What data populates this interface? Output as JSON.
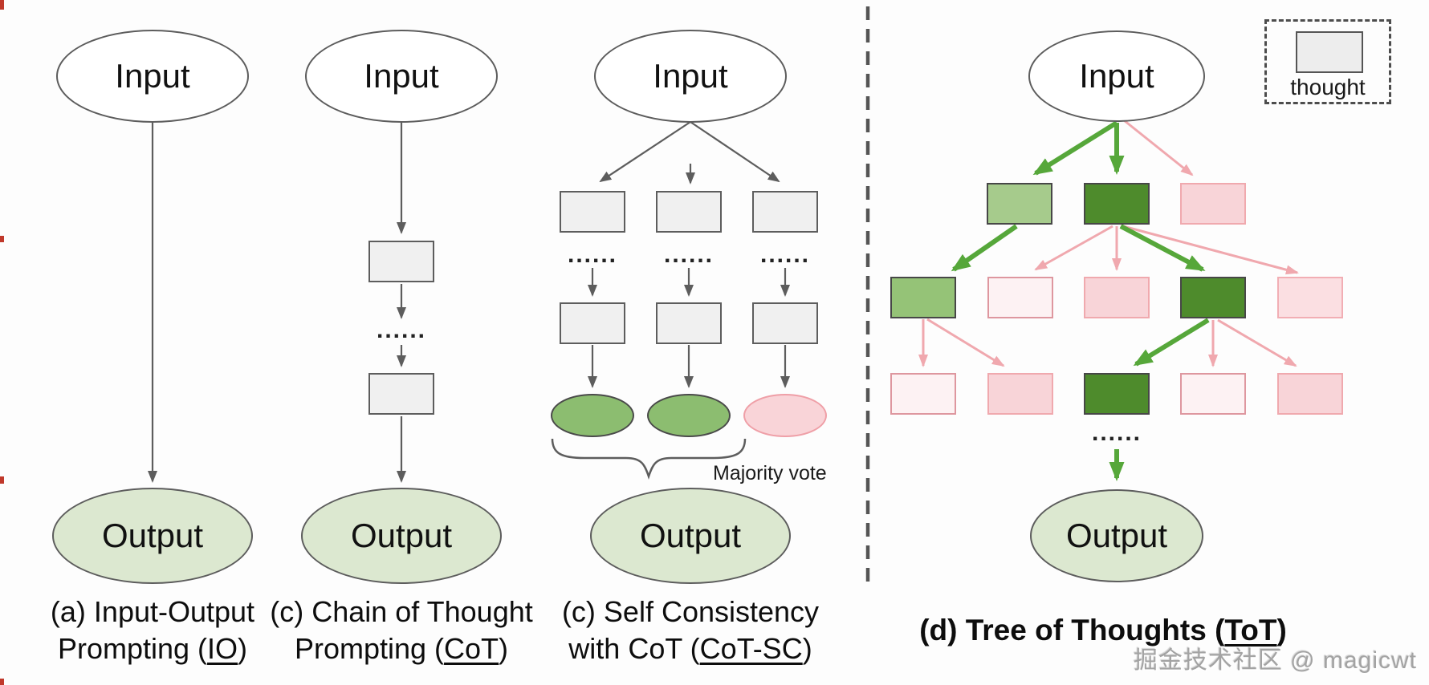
{
  "dots": "......",
  "watermark": "掘金技术社区 @ magicwt",
  "legend": {
    "label": "thought"
  },
  "colors": {
    "dark_green_node": "#4e8b2c",
    "light_green_node": "#a6cb8c",
    "mid_green_node": "#95c377",
    "green_arrow": "#56a73a",
    "pink_node": "#f8d4d8",
    "pale_pink_node": "#fdf2f3",
    "soft_pink_node": "#fbdfe2",
    "pink_arrow": "#f0a8ae",
    "gray_node": "#f0f0f0",
    "output_ellipse": "#dce8d0",
    "gray_arrow": "#5d5d5d"
  },
  "panel_io": {
    "input_label": "Input",
    "output_label": "Output",
    "caption_line1": "(a) Input-Output",
    "caption_line2_prefix": "Prompting (",
    "caption_abbr": "IO",
    "caption_line2_suffix": ")"
  },
  "panel_cot": {
    "input_label": "Input",
    "output_label": "Output",
    "caption_line1": "(c) Chain of Thought",
    "caption_line2_prefix": "Prompting (",
    "caption_abbr": "CoT",
    "caption_line2_suffix": ")"
  },
  "panel_cotsc": {
    "input_label": "Input",
    "output_label": "Output",
    "majority_vote_label": "Majority vote",
    "caption_line1": "(c) Self Consistency",
    "caption_line2_prefix": "with CoT (",
    "caption_abbr": "CoT-SC",
    "caption_line2_suffix": ")"
  },
  "panel_tot": {
    "input_label": "Input",
    "output_label": "Output",
    "caption_prefix": "(d) Tree of Thoughts (",
    "caption_abbr": "ToT",
    "caption_suffix": ")"
  }
}
